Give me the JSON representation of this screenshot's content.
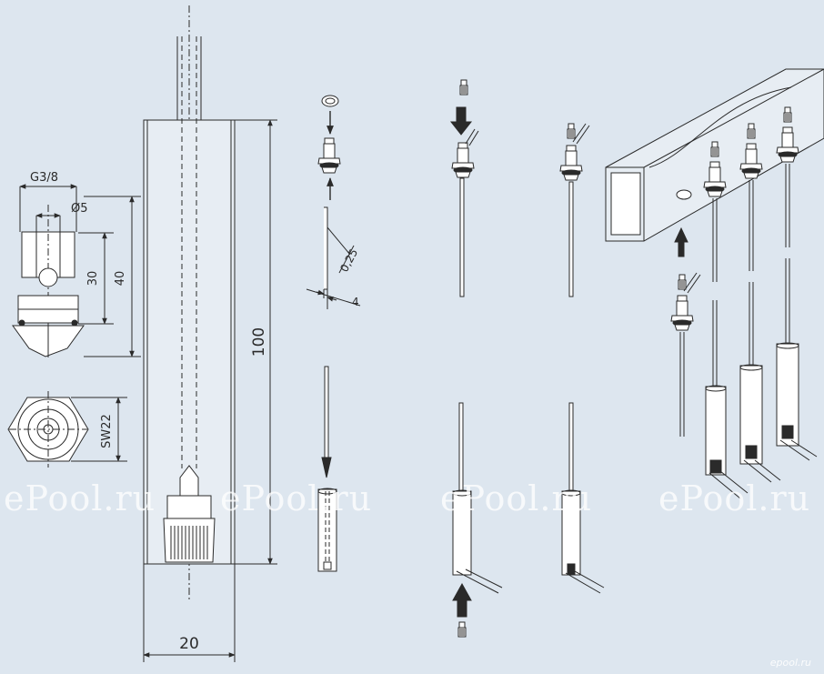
{
  "dimensions": {
    "thread": "G3/8",
    "bore": "Ø5",
    "inner_length": "30",
    "fitting_length": "40",
    "wrench_size": "SW22",
    "total_length": "100",
    "width": "20",
    "tube_wall": "0,25",
    "tube_dia": "4"
  },
  "watermark": "ePool.ru",
  "logo": "epool.ru",
  "colors": {
    "background": "#dde6ef",
    "line": "#2a2a2a",
    "body_fill": "#e7edf3"
  }
}
